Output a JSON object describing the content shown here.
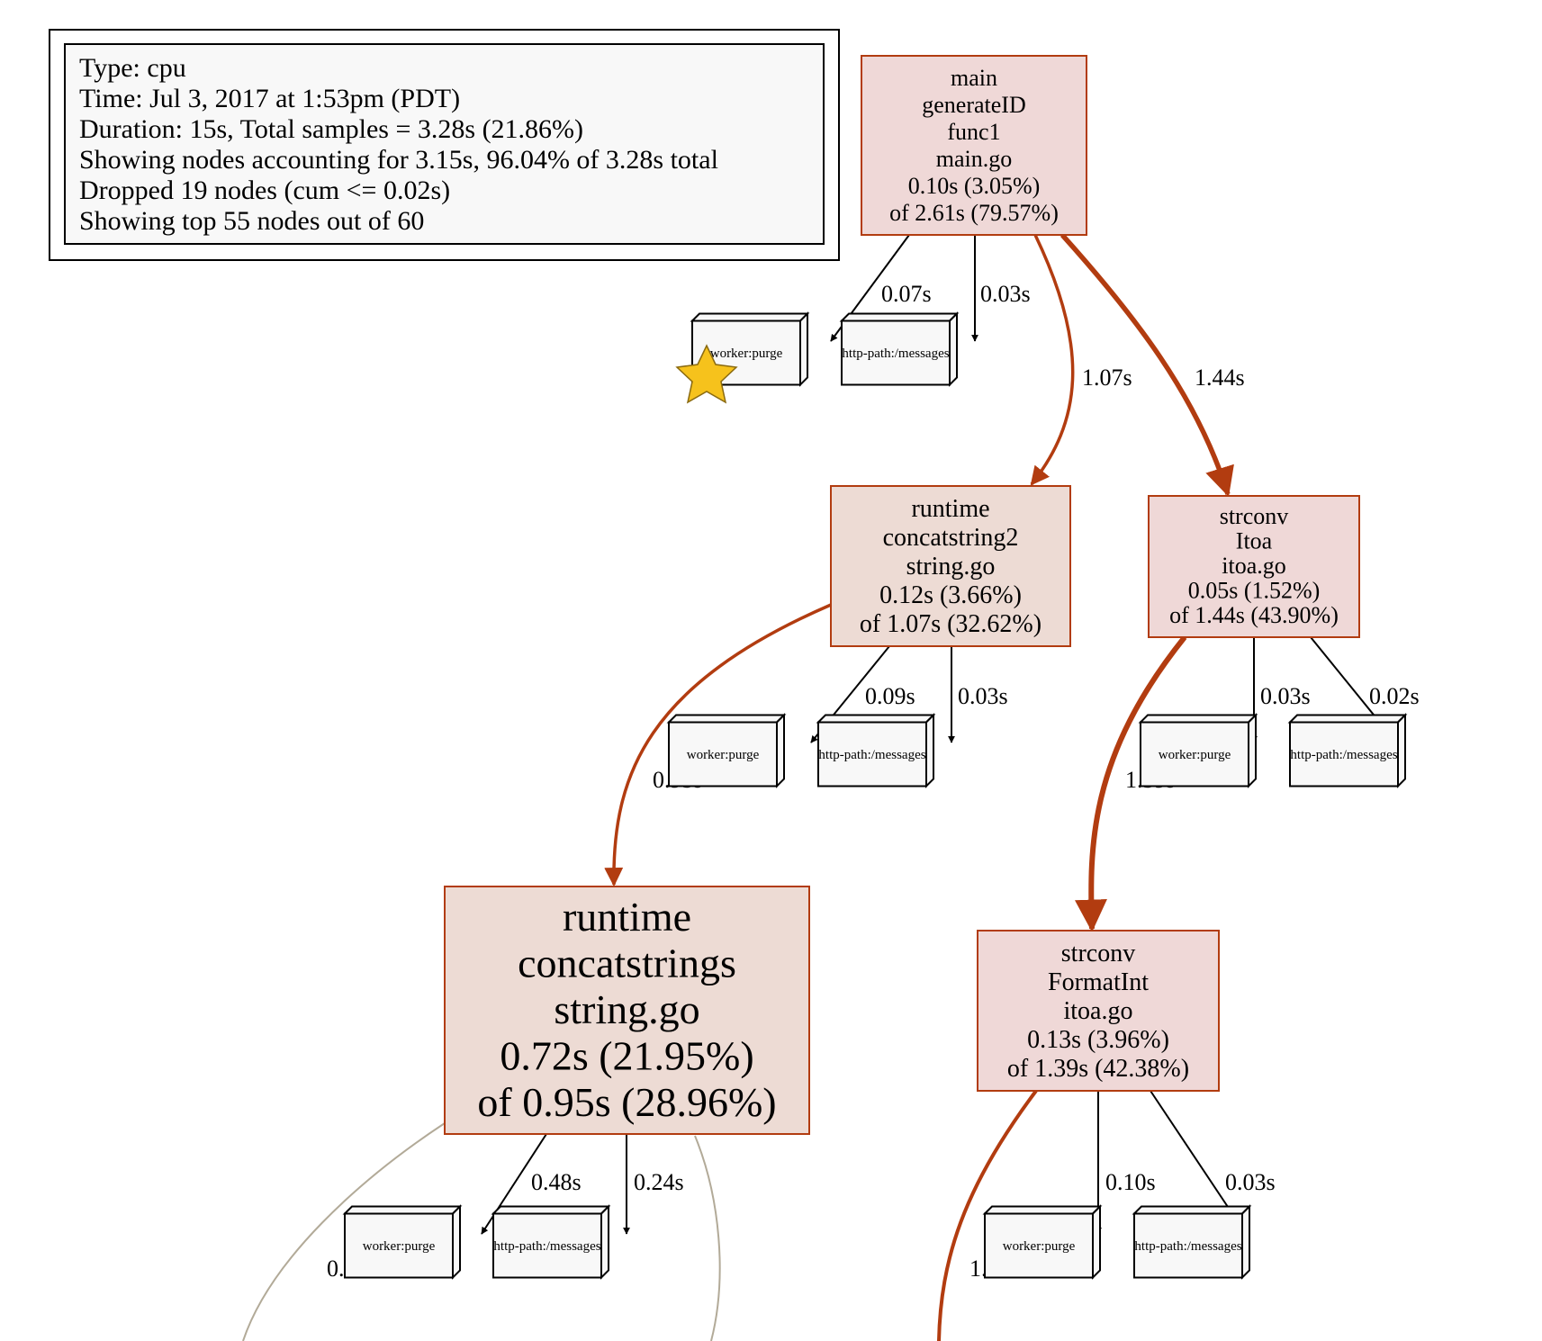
{
  "info": {
    "lines": [
      "Type: cpu",
      "Time: Jul 3, 2017 at 1:53pm (PDT)",
      "Duration: 15s, Total samples = 3.28s (21.86%)",
      "Showing nodes accounting for 3.15s, 96.04% of 3.28s total",
      "Dropped 19 nodes (cum <= 0.02s)",
      "Showing top 55 nodes out of 60"
    ]
  },
  "colors": {
    "hot_edge": "#b23c10",
    "cold_edge": "#b2aa98",
    "node_border": "#b23c10",
    "node_fill_main": "#efd8d7",
    "node_fill_other": "#eddbd4",
    "tag_fill": "#f8f8f8",
    "star": "#f6c21c"
  },
  "nodes": [
    {
      "id": "main_func1",
      "lines": [
        "main",
        "generateID",
        "func1",
        "main.go",
        "0.10s (3.05%)",
        "of 2.61s (79.57%)"
      ]
    },
    {
      "id": "concatstring2",
      "lines": [
        "runtime",
        "concatstring2",
        "string.go",
        "0.12s (3.66%)",
        "of 1.07s (32.62%)"
      ]
    },
    {
      "id": "itoa",
      "lines": [
        "strconv",
        "Itoa",
        "itoa.go",
        "0.05s (1.52%)",
        "of 1.44s (43.90%)"
      ]
    },
    {
      "id": "concatstrings",
      "lines": [
        "runtime",
        "concatstrings",
        "string.go",
        "0.72s (21.95%)",
        "of 0.95s (28.96%)"
      ]
    },
    {
      "id": "formatint",
      "lines": [
        "strconv",
        "FormatInt",
        "itoa.go",
        "0.13s (3.96%)",
        "of 1.39s (42.38%)"
      ]
    }
  ],
  "tags": [
    {
      "id": "t1",
      "label": "worker:purge"
    },
    {
      "id": "t2",
      "label": "http-path:/messages"
    },
    {
      "id": "t3",
      "label": "worker:purge"
    },
    {
      "id": "t4",
      "label": "http-path:/messages"
    },
    {
      "id": "t5",
      "label": "worker:purge"
    },
    {
      "id": "t6",
      "label": "http-path:/messages"
    },
    {
      "id": "t7",
      "label": "worker:purge"
    },
    {
      "id": "t8",
      "label": "http-path:/messages"
    },
    {
      "id": "t9",
      "label": "worker:purge"
    },
    {
      "id": "t10",
      "label": "http-path:/messages"
    }
  ],
  "edges": [
    {
      "id": "e1",
      "label": "0.07s"
    },
    {
      "id": "e2",
      "label": "0.03s"
    },
    {
      "id": "e3",
      "label": "1.07s"
    },
    {
      "id": "e4",
      "label": "1.44s"
    },
    {
      "id": "e5",
      "label": "0.09s"
    },
    {
      "id": "e6",
      "label": "0.03s"
    },
    {
      "id": "e7",
      "label": "0.95s"
    },
    {
      "id": "e8",
      "label": "0.03s"
    },
    {
      "id": "e9",
      "label": "0.02s"
    },
    {
      "id": "e10",
      "label": "1.39s"
    },
    {
      "id": "e11",
      "label": "0.48s"
    },
    {
      "id": "e12",
      "label": "0.24s"
    },
    {
      "id": "e13",
      "label": "0.08s"
    },
    {
      "id": "e14",
      "label": "0.10s"
    },
    {
      "id": "e15",
      "label": "0.03s"
    },
    {
      "id": "e16",
      "label": "1.26s"
    }
  ]
}
